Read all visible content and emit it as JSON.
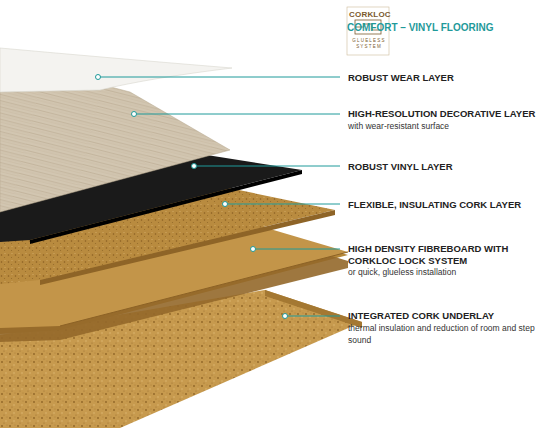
{
  "diagram": {
    "title": "COMFORT – VINYL FLOORING",
    "labels": [
      "CORKLOC",
      "GLUELESS SYSTEM",
      "ROBUST WEAR LAYER",
      "HIGH-RESOLUTION DECORATIVE LAYER",
      "with wear-resistant surface",
      "ROBUST VINYL LAYER",
      "FLEXIBLE, INSULATING CORK LAYER",
      "HIGH DENSITY FIBREBOARD WITH CORKLOC LOCK SYSTEM",
      "or quick, glueless installation",
      "INTEGRATED CORK UNDERLAY",
      "thermal insulation and reduction of room and step sound"
    ]
  }
}
